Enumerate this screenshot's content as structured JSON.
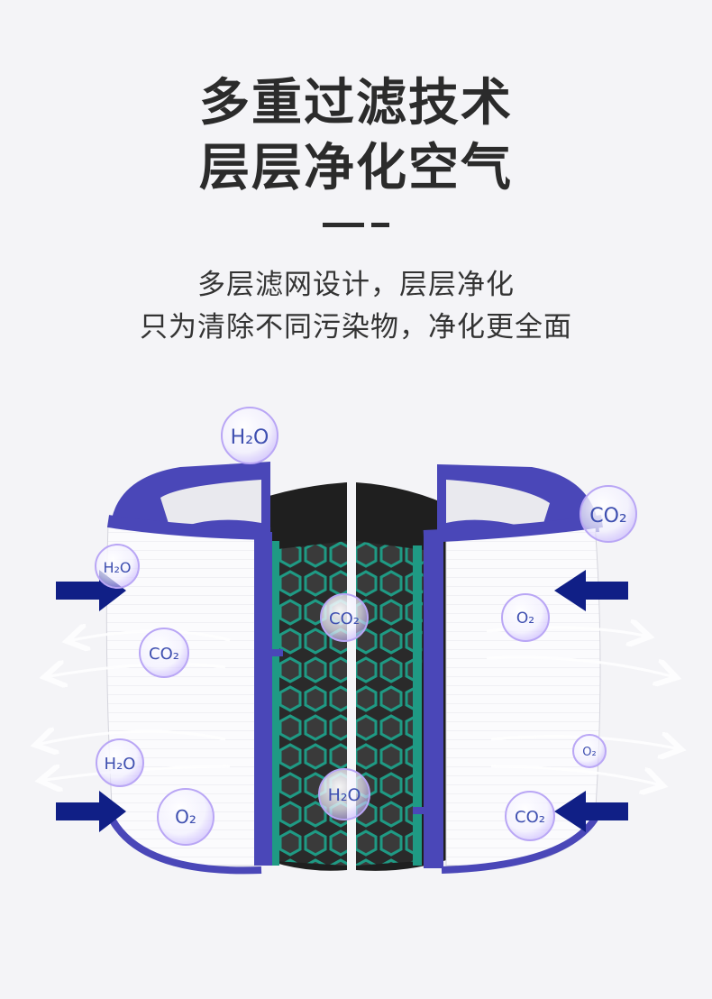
{
  "headline": {
    "line1": "多重过滤技术",
    "line2": "层层净化空气"
  },
  "subtitle": {
    "line1": "多层滤网设计，层层净化",
    "line2": "只为清除不同污染物，净化更全面"
  },
  "colors": {
    "frame_blue": "#4a47b8",
    "carbon_green": "#1f9a84",
    "arrow_navy": "#101f86",
    "text_dark": "#2b2b2b"
  },
  "molecules": {
    "h2o": "H₂O",
    "co2": "CO₂",
    "o2": "O₂"
  }
}
